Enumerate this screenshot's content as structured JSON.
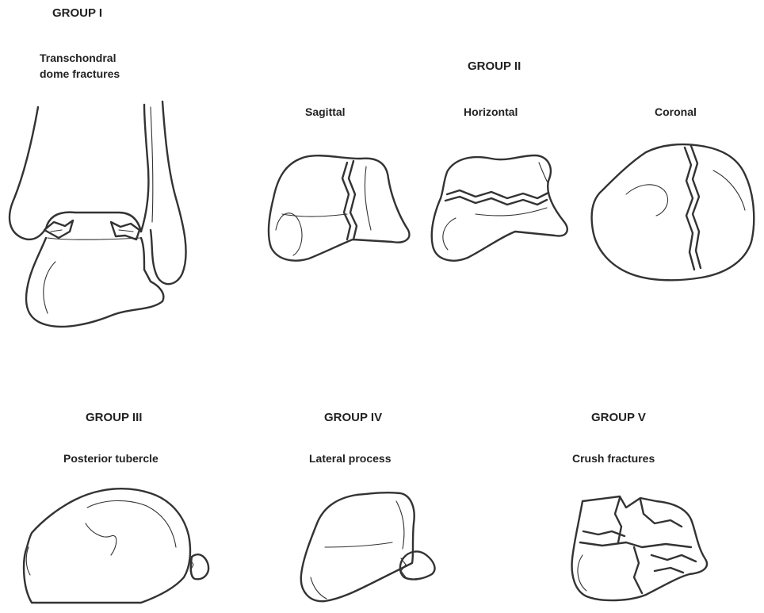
{
  "groups": [
    {
      "id": "group-1",
      "title": "GROUP I",
      "subtitle_lines": [
        "Transchondral",
        "dome fractures"
      ]
    },
    {
      "id": "group-2",
      "title": "GROUP II",
      "subtypes": [
        "Sagittal",
        "Horizontal",
        "Coronal"
      ]
    },
    {
      "id": "group-3",
      "title": "GROUP III",
      "subtitle": "Posterior tubercle"
    },
    {
      "id": "group-4",
      "title": "GROUP IV",
      "subtitle": "Lateral process"
    },
    {
      "id": "group-5",
      "title": "GROUP V",
      "subtitle": "Crush fractures"
    }
  ],
  "colors": {
    "line": "#333333",
    "text": "#222222",
    "background": "#ffffff"
  }
}
